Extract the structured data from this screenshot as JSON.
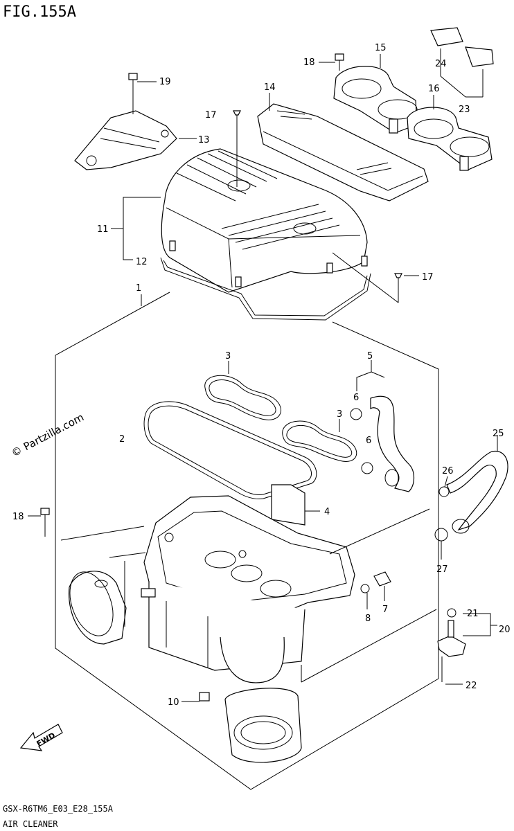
{
  "figure": {
    "title": "FIG.155A",
    "footer_code": "GSX-R6TM6_E03_E28_155A",
    "footer_name": "AIR CLEANER",
    "watermark": "© Partzilla.com",
    "fwd_label": "FWD"
  },
  "callouts": {
    "c1": "1",
    "c2": "2",
    "c3a": "3",
    "c3b": "3",
    "c4": "4",
    "c5": "5",
    "c6a": "6",
    "c6b": "6",
    "c7": "7",
    "c8": "8",
    "c10": "10",
    "c11": "11",
    "c12": "12",
    "c13": "13",
    "c14": "14",
    "c15": "15",
    "c16": "16",
    "c17a": "17",
    "c17b": "17",
    "c18a": "18",
    "c18b": "18",
    "c19": "19",
    "c20": "20",
    "c21": "21",
    "c22": "22",
    "c23": "23",
    "c24": "24",
    "c25": "25",
    "c26": "26",
    "c27": "27"
  }
}
